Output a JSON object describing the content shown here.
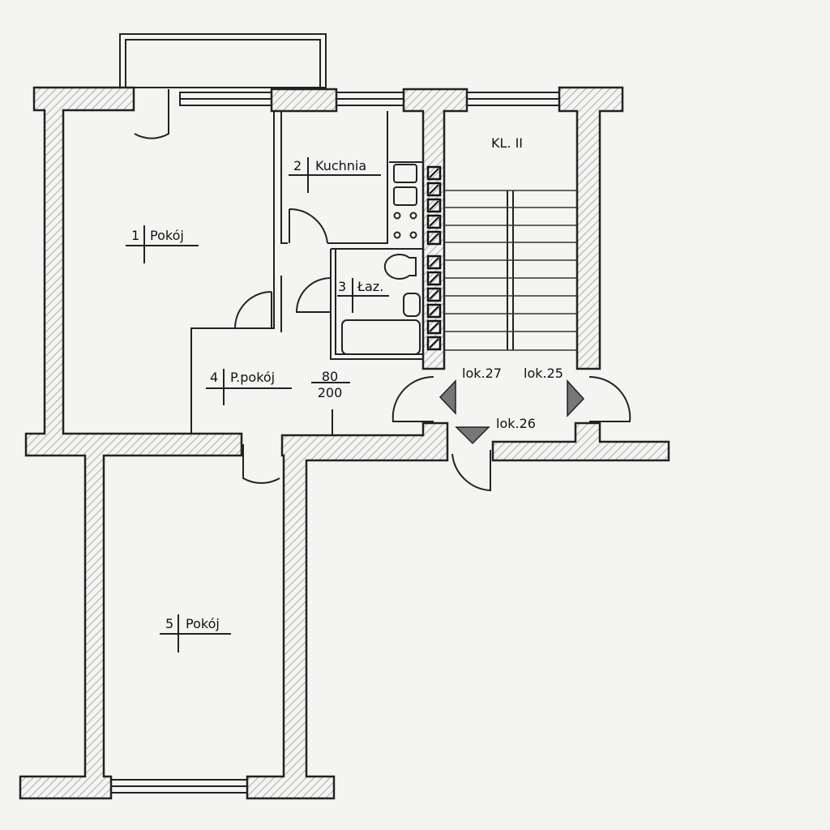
{
  "rooms": [
    {
      "number": "1",
      "name": "Pokój"
    },
    {
      "number": "2",
      "name": "Kuchnia"
    },
    {
      "number": "3",
      "name": "Łaz."
    },
    {
      "number": "4",
      "name": "P.pokój"
    },
    {
      "number": "5",
      "name": "Pokój"
    }
  ],
  "staircase": "KL. II",
  "door_size": {
    "width": "80",
    "height": "200"
  },
  "apartments": {
    "left": "lok.27",
    "right": "lok.25",
    "bottom": "lok.26"
  }
}
